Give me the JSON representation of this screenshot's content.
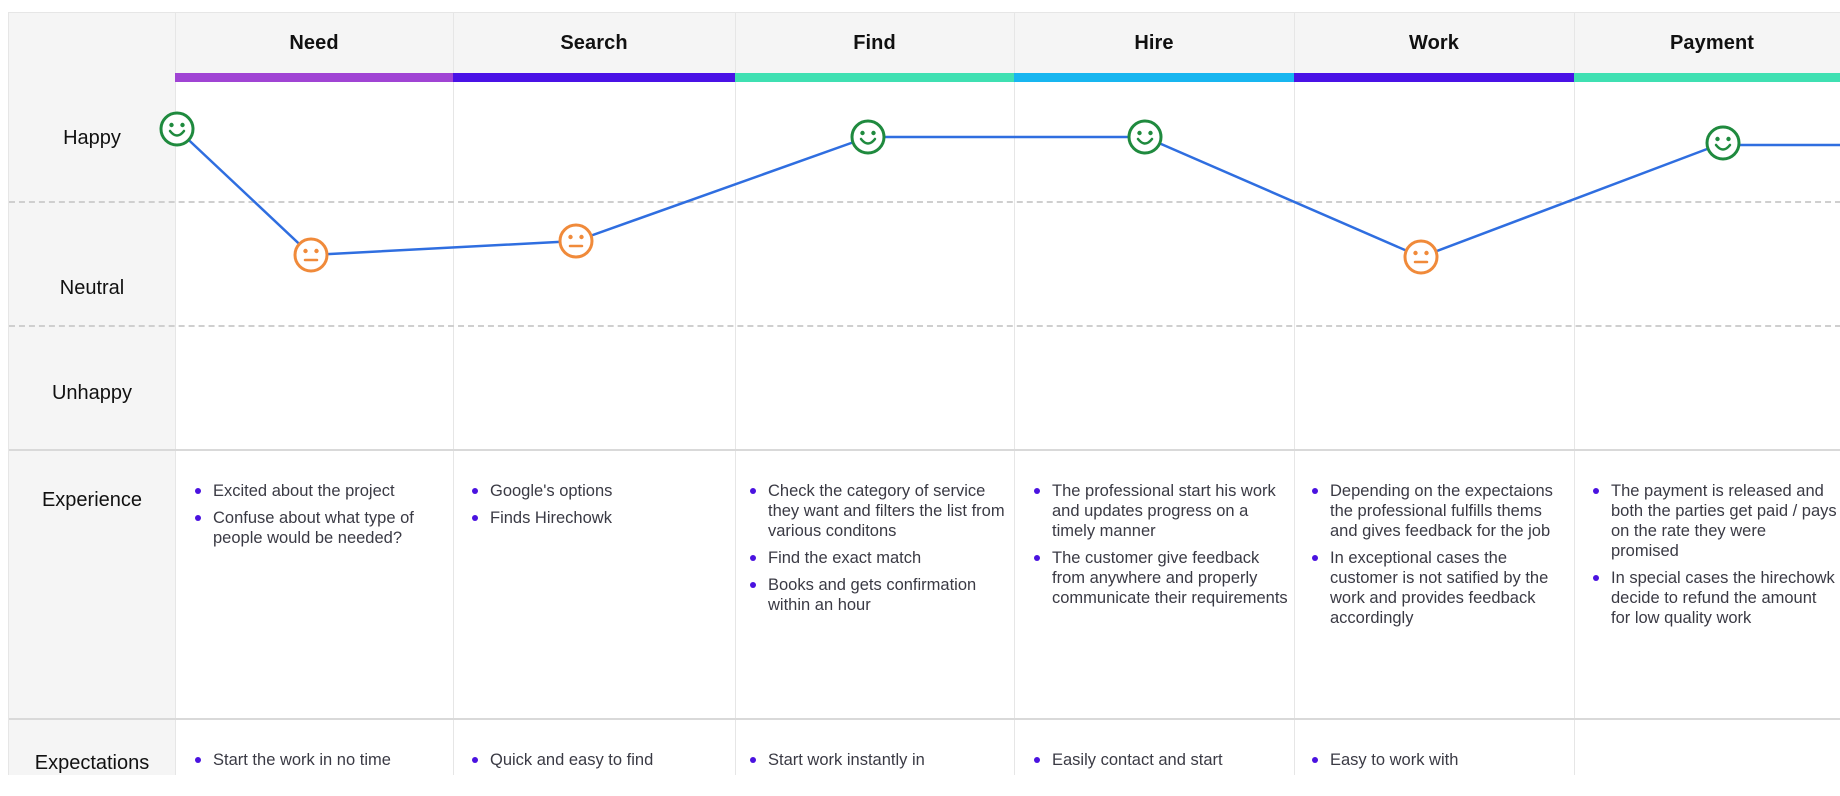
{
  "levels": [
    {
      "key": "happy",
      "label": "Happy"
    },
    {
      "key": "neutral",
      "label": "Neutral"
    },
    {
      "key": "unhappy",
      "label": "Unhappy"
    }
  ],
  "rows": {
    "experience": "Experience",
    "expectations": "Expectations"
  },
  "stages": [
    {
      "name": "Need",
      "color": "#a044d4",
      "mood": "neutral",
      "experience": [
        "Excited about the project",
        "Confuse about what type of people would be needed?"
      ],
      "expectations": [
        "Start the work in no time"
      ]
    },
    {
      "name": "Search",
      "color": "#4a12e6",
      "mood": "neutral",
      "experience": [
        "Google's options",
        "Finds Hirechowk"
      ],
      "expectations": [
        "Quick and easy to find"
      ]
    },
    {
      "name": "Find",
      "color": "#3fe0b2",
      "mood": "happy",
      "experience": [
        "Check the category of service they want and filters the list from various conditons",
        "Find the exact match",
        "Books and gets confirmation within an hour"
      ],
      "expectations": [
        "Start work instantly in"
      ]
    },
    {
      "name": "Hire",
      "color": "#18b6f0",
      "mood": "happy",
      "experience": [
        "The professional start his work and updates progress on a timely manner",
        "The customer give feedback from anywhere and properly communicate their requirements"
      ],
      "expectations": [
        "Easily contact and start"
      ]
    },
    {
      "name": "Work",
      "color": "#4a12e6",
      "mood": "neutral",
      "experience": [
        "Depending on the expectaions the professional fulfills thems and gives feedback for the job",
        "In exceptional cases the customer is not satified by the work and provides feedback accordingly"
      ],
      "expectations": [
        "Easy to work with"
      ]
    },
    {
      "name": "Payment",
      "color": "#3fe0b2",
      "mood": "happy",
      "experience": [
        "The payment is released and both the parties get paid / pays on the rate they were promised",
        "In special cases the hirechowk decide to refund the amount for low quality work"
      ],
      "expectations": []
    }
  ],
  "journey_line": {
    "color": "#2f6ee0",
    "start_mood": "happy",
    "points_mood": [
      "happy",
      "neutral",
      "neutral",
      "happy",
      "happy",
      "neutral",
      "happy"
    ]
  },
  "colors": {
    "happy": "#1f8a3e",
    "neutral": "#f08a3a",
    "bullet": "#4a12e0"
  }
}
